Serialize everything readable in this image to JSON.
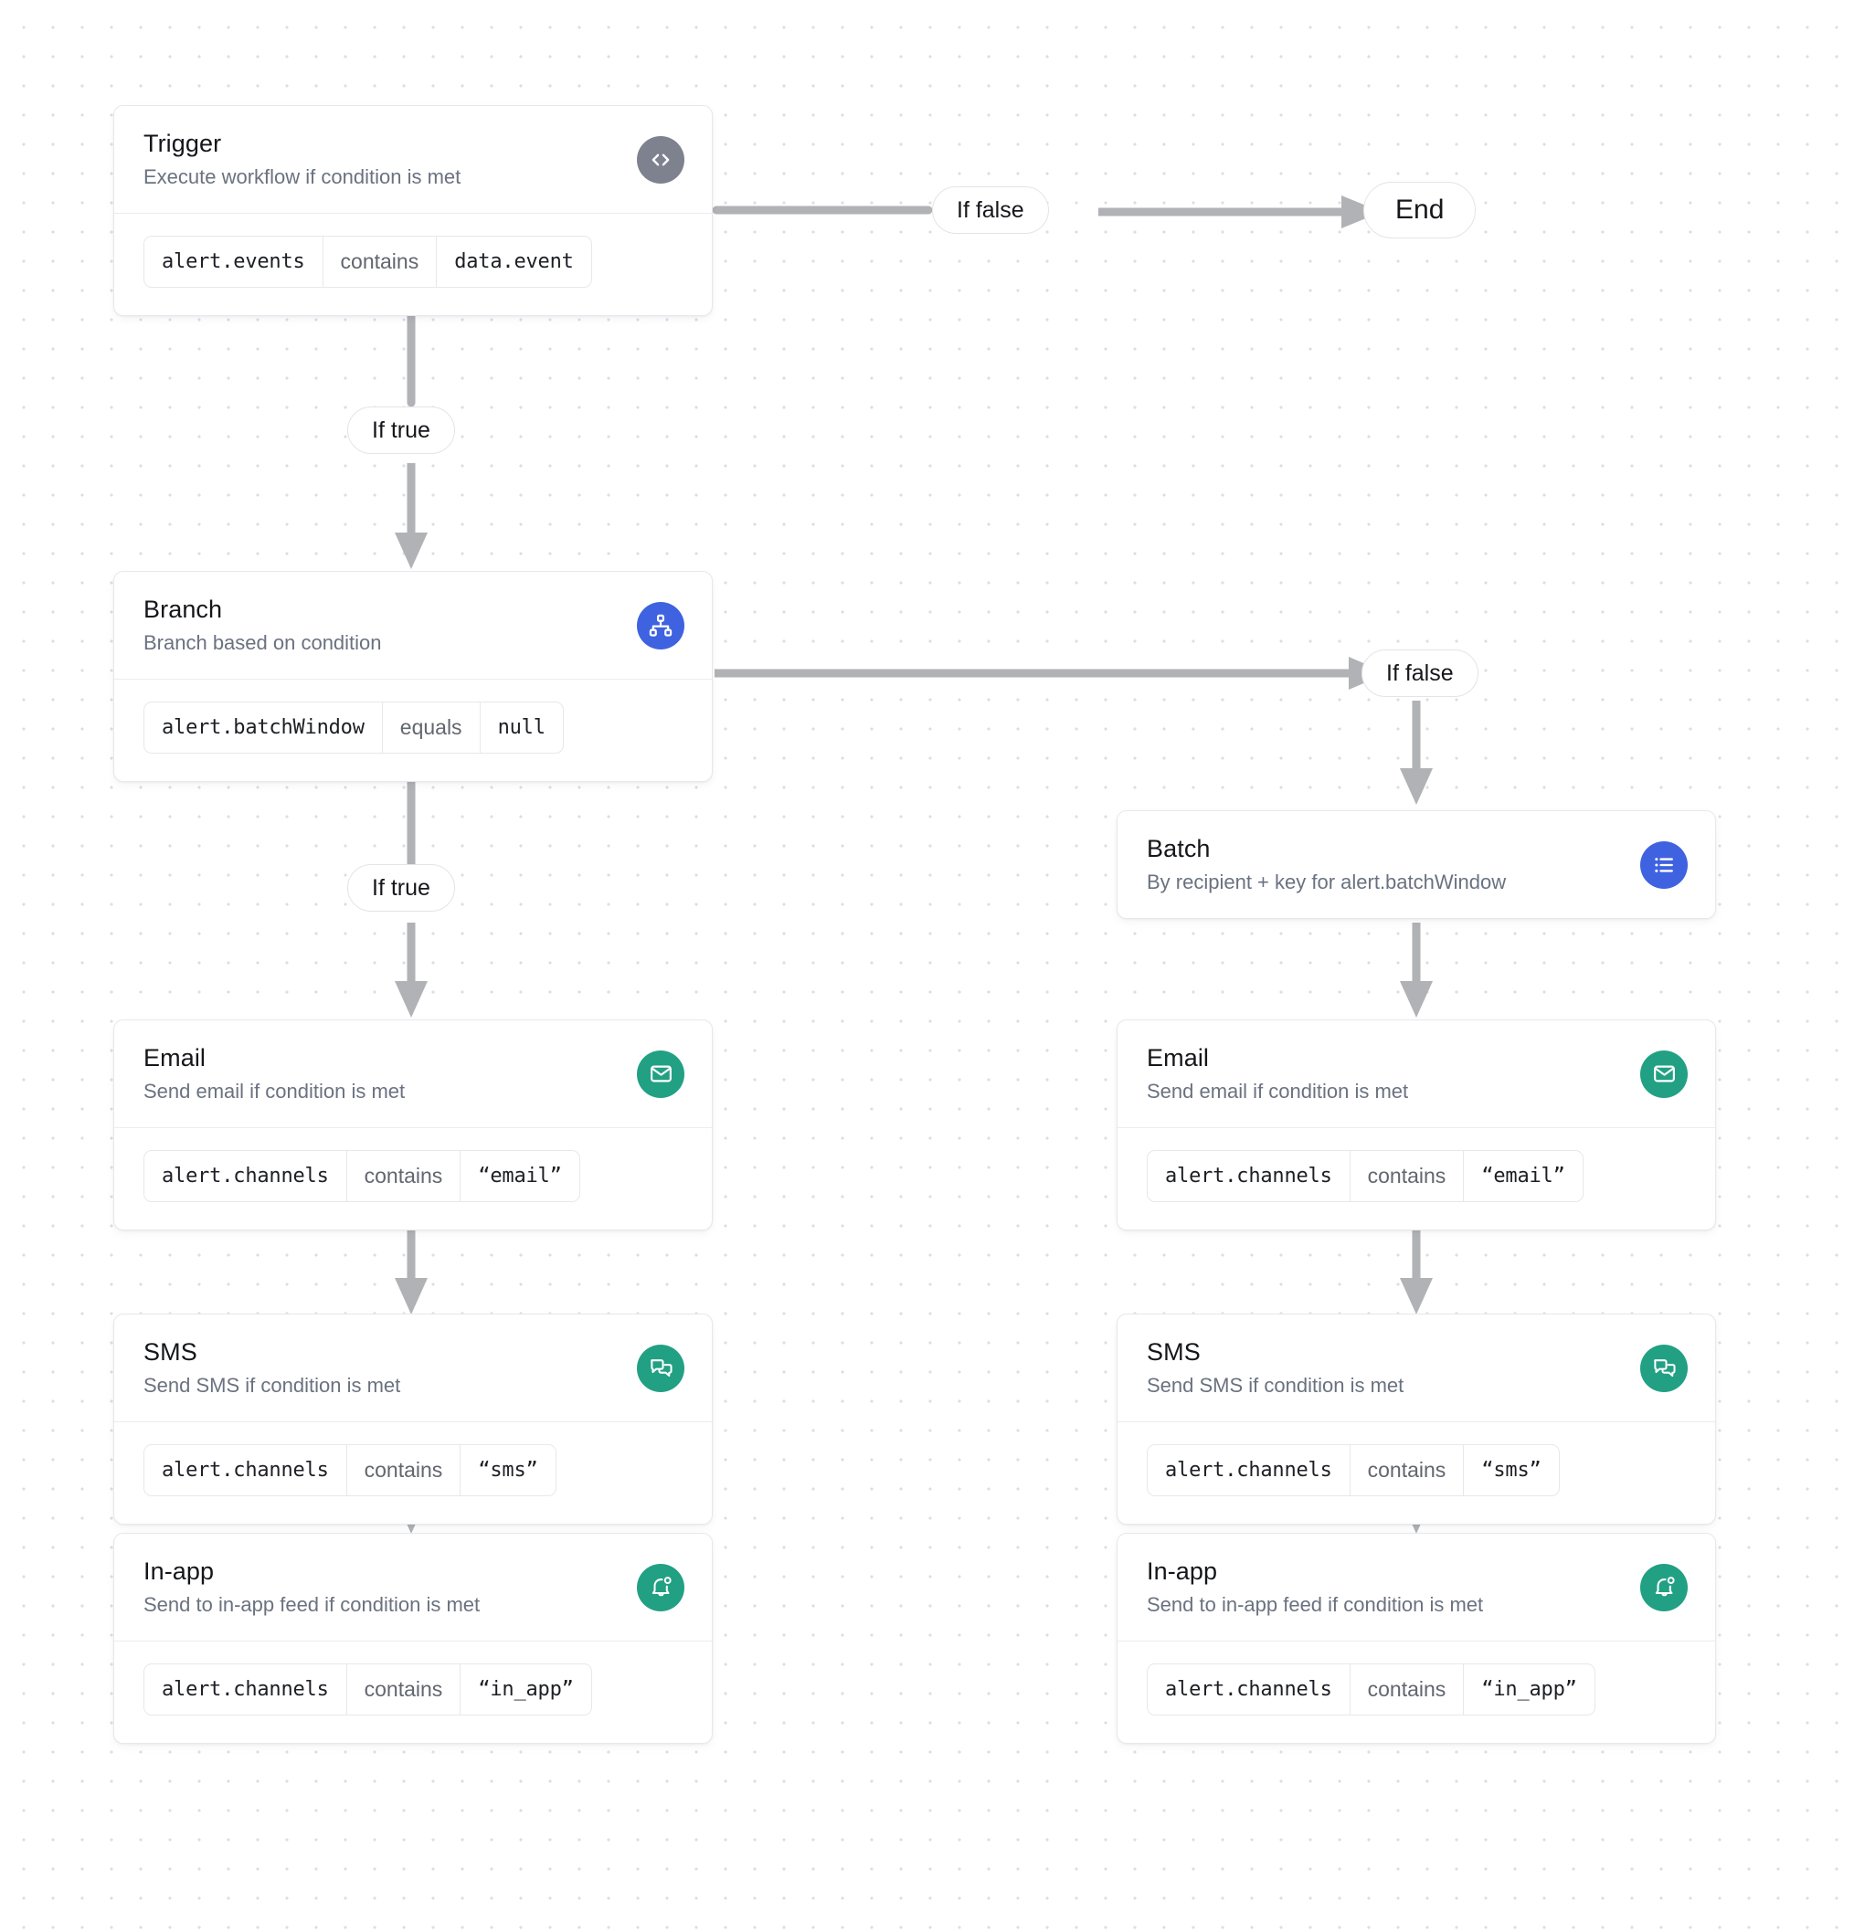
{
  "canvas": {
    "background": "#ffffff",
    "dot_color": "#dcdee2"
  },
  "colors": {
    "trigger_badge": "#7e828e",
    "branch_badge": "#3f62e0",
    "batch_badge": "#3f62e0",
    "channel_badge": "#22a083",
    "edge": "#b0b2b6",
    "card_border": "#e7e8ea",
    "title": "#15161a",
    "subtitle": "#6a7280"
  },
  "nodes": {
    "trigger": {
      "title": "Trigger",
      "subtitle": "Execute workflow if condition is met",
      "icon": "code-brackets-icon",
      "condition": {
        "field": "alert.events",
        "operator": "contains",
        "value": "data.event"
      }
    },
    "branch": {
      "title": "Branch",
      "subtitle": "Branch based on condition",
      "icon": "hierarchy-icon",
      "condition": {
        "field": "alert.batchWindow",
        "operator": "equals",
        "value": "null"
      }
    },
    "batch": {
      "title": "Batch",
      "subtitle": "By recipient + key for alert.batchWindow",
      "icon": "list-icon"
    },
    "email_left": {
      "title": "Email",
      "subtitle": "Send email if condition is met",
      "icon": "envelope-icon",
      "condition": {
        "field": "alert.channels",
        "operator": "contains",
        "value": "“email”"
      }
    },
    "sms_left": {
      "title": "SMS",
      "subtitle": "Send SMS if condition is met",
      "icon": "chat-bubbles-icon",
      "condition": {
        "field": "alert.channels",
        "operator": "contains",
        "value": "“sms”"
      }
    },
    "inapp_left": {
      "title": "In-app",
      "subtitle": "Send to in-app feed if condition is met",
      "icon": "bell-dot-icon",
      "condition": {
        "field": "alert.channels",
        "operator": "contains",
        "value": "“in_app”"
      }
    },
    "email_right": {
      "title": "Email",
      "subtitle": "Send email if condition is met",
      "icon": "envelope-icon",
      "condition": {
        "field": "alert.channels",
        "operator": "contains",
        "value": "“email”"
      }
    },
    "sms_right": {
      "title": "SMS",
      "subtitle": "Send SMS if condition is met",
      "icon": "chat-bubbles-icon",
      "condition": {
        "field": "alert.channels",
        "operator": "contains",
        "value": "“sms”"
      }
    },
    "inapp_right": {
      "title": "In-app",
      "subtitle": "Send to in-app feed if condition is met",
      "icon": "bell-dot-icon",
      "condition": {
        "field": "alert.channels",
        "operator": "contains",
        "value": "“in_app”"
      }
    },
    "end": {
      "label": "End"
    }
  },
  "edge_labels": {
    "trigger_false": "If false",
    "trigger_true": "If true",
    "branch_false": "If false",
    "branch_true": "If true"
  }
}
